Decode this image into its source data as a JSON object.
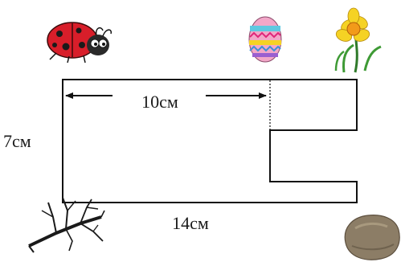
{
  "diagram": {
    "labels": {
      "top_width": "10см",
      "height": "7см",
      "bottom_width": "14см"
    },
    "pictures": [
      {
        "name": "ladybug",
        "icon": "ladybug-icon"
      },
      {
        "name": "easter-egg",
        "icon": "easter-egg-icon"
      },
      {
        "name": "daffodil",
        "icon": "daffodil-icon"
      },
      {
        "name": "twig",
        "icon": "twig-icon"
      },
      {
        "name": "stone",
        "icon": "stone-icon"
      }
    ],
    "colors": {
      "outline": "#111111",
      "ladybug": "#d81e2a",
      "egg": "#f2a7c8",
      "daffodil": "#f5d224",
      "stone": "#8c7d66"
    }
  }
}
